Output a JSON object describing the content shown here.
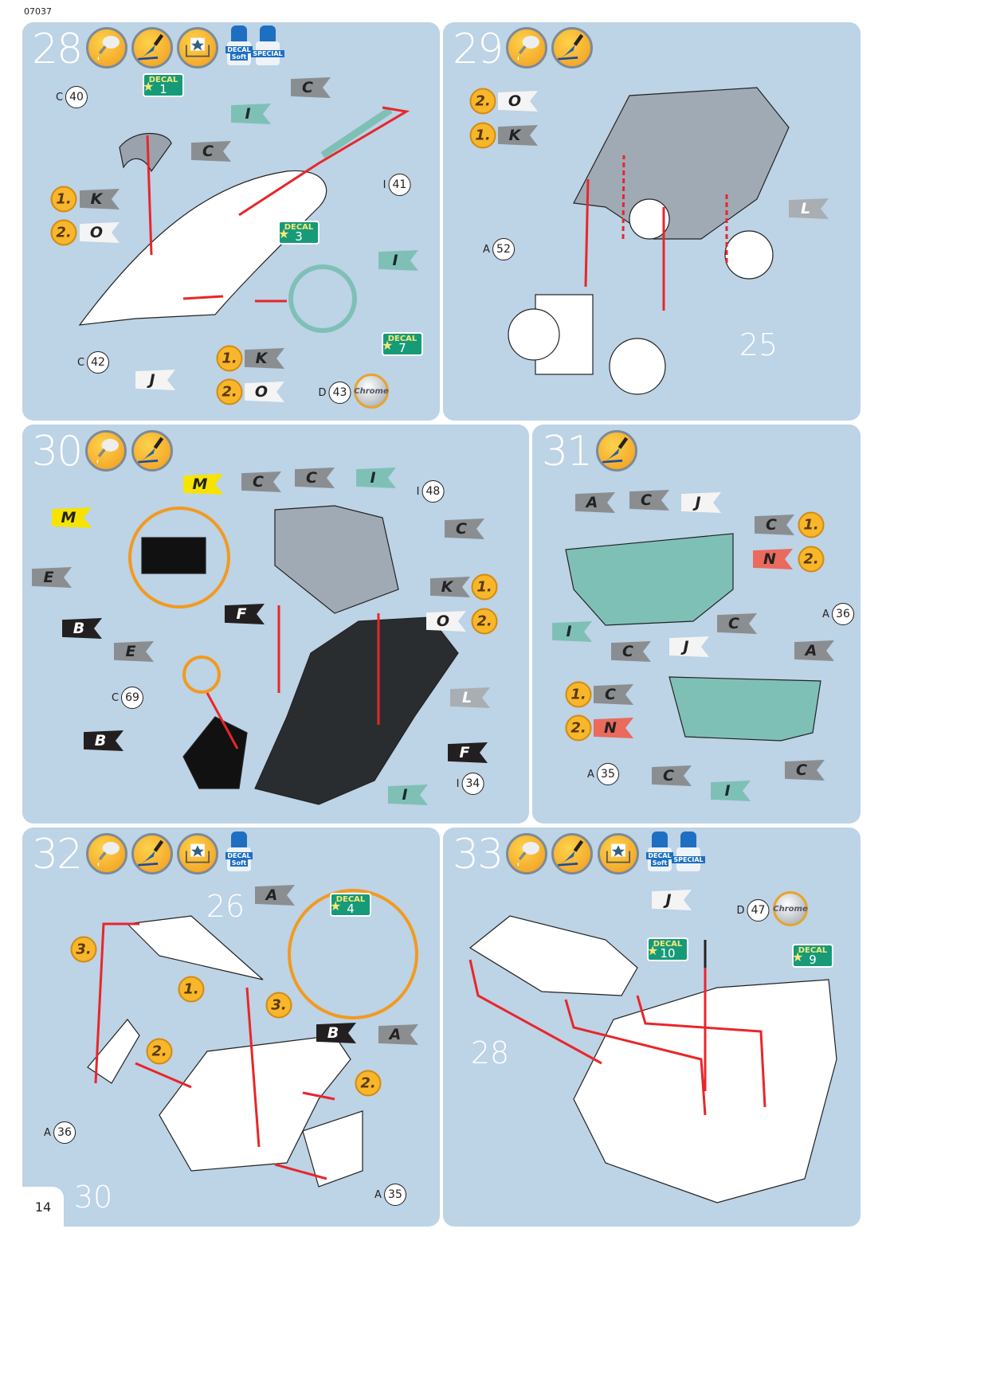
{
  "header": {
    "kit_code": "07037",
    "page_number": "14"
  },
  "icon_legend": {
    "glue": "glue-icon",
    "paint": "paint-icon",
    "decal_water": "decal-water-icon",
    "decal_soft": [
      "DECAL",
      "Soft"
    ],
    "decal_special": [
      "SPECIAL"
    ]
  },
  "colors": {
    "panel": "#bdd3e6",
    "arrow": "#e8262a",
    "icon_orange": "#f6ad2a",
    "decal_green": "#179a78"
  },
  "steps": [
    {
      "number": "28",
      "icons": [
        "glue",
        "paint",
        "decal-water",
        "decal-soft",
        "decal-special"
      ],
      "flags": [
        {
          "letter": "C",
          "color": "gray"
        },
        {
          "letter": "I",
          "color": "teal"
        },
        {
          "letter": "C",
          "color": "gray"
        },
        {
          "letter": "K",
          "color": "gray"
        },
        {
          "letter": "O",
          "color": "white"
        },
        {
          "letter": "I",
          "color": "teal"
        },
        {
          "letter": "K",
          "color": "gray"
        },
        {
          "letter": "J",
          "color": "white"
        },
        {
          "letter": "O",
          "color": "white"
        }
      ],
      "order": [
        "1.",
        "2.",
        "1.",
        "2."
      ],
      "parts": [
        {
          "prefix": "C",
          "number": "40"
        },
        {
          "prefix": "I",
          "number": "41"
        },
        {
          "prefix": "C",
          "number": "42"
        },
        {
          "prefix": "D",
          "number": "43"
        }
      ],
      "decals": [
        {
          "label": "DECAL",
          "number": "1"
        },
        {
          "label": "DECAL",
          "number": "3"
        },
        {
          "label": "DECAL",
          "number": "7"
        }
      ],
      "chrome": [
        "Chrome"
      ],
      "refs": []
    },
    {
      "number": "29",
      "icons": [
        "glue",
        "paint"
      ],
      "flags": [
        {
          "letter": "O",
          "color": "white"
        },
        {
          "letter": "K",
          "color": "gray"
        },
        {
          "letter": "L",
          "color": "lightgray"
        }
      ],
      "order": [
        "2.",
        "1."
      ],
      "parts": [
        {
          "prefix": "A",
          "number": "52"
        }
      ],
      "decals": [],
      "chrome": [],
      "refs": [
        "25"
      ]
    },
    {
      "number": "30",
      "icons": [
        "glue",
        "paint"
      ],
      "flags": [
        {
          "letter": "M",
          "color": "yellow"
        },
        {
          "letter": "M",
          "color": "yellow"
        },
        {
          "letter": "C",
          "color": "gray"
        },
        {
          "letter": "C",
          "color": "gray"
        },
        {
          "letter": "I",
          "color": "teal"
        },
        {
          "letter": "C",
          "color": "gray"
        },
        {
          "letter": "E",
          "color": "gray"
        },
        {
          "letter": "K",
          "color": "gray"
        },
        {
          "letter": "O",
          "color": "white"
        },
        {
          "letter": "B",
          "color": "black"
        },
        {
          "letter": "E",
          "color": "gray"
        },
        {
          "letter": "F",
          "color": "black"
        },
        {
          "letter": "L",
          "color": "lightgray"
        },
        {
          "letter": "B",
          "color": "black"
        },
        {
          "letter": "F",
          "color": "black"
        },
        {
          "letter": "I",
          "color": "teal"
        }
      ],
      "order": [
        "1.",
        "2."
      ],
      "parts": [
        {
          "prefix": "I",
          "number": "48"
        },
        {
          "prefix": "C",
          "number": "69"
        },
        {
          "prefix": "I",
          "number": "34"
        }
      ],
      "decals": [],
      "chrome": [],
      "refs": []
    },
    {
      "number": "31",
      "icons": [
        "paint"
      ],
      "flags": [
        {
          "letter": "A",
          "color": "gray"
        },
        {
          "letter": "C",
          "color": "gray"
        },
        {
          "letter": "J",
          "color": "white"
        },
        {
          "letter": "C",
          "color": "gray"
        },
        {
          "letter": "N",
          "color": "red"
        },
        {
          "letter": "I",
          "color": "teal"
        },
        {
          "letter": "C",
          "color": "gray"
        },
        {
          "letter": "C",
          "color": "gray"
        },
        {
          "letter": "J",
          "color": "white"
        },
        {
          "letter": "A",
          "color": "gray"
        },
        {
          "letter": "C",
          "color": "gray"
        },
        {
          "letter": "N",
          "color": "red"
        },
        {
          "letter": "C",
          "color": "gray"
        },
        {
          "letter": "I",
          "color": "teal"
        },
        {
          "letter": "C",
          "color": "gray"
        }
      ],
      "order": [
        "1.",
        "2.",
        "1.",
        "2."
      ],
      "parts": [
        {
          "prefix": "A",
          "number": "36"
        },
        {
          "prefix": "A",
          "number": "35"
        }
      ],
      "decals": [],
      "chrome": [],
      "refs": []
    },
    {
      "number": "32",
      "icons": [
        "glue",
        "paint",
        "decal-water",
        "decal-soft"
      ],
      "flags": [
        {
          "letter": "A",
          "color": "gray"
        },
        {
          "letter": "B",
          "color": "black"
        },
        {
          "letter": "A",
          "color": "gray"
        }
      ],
      "order": [
        "3.",
        "1.",
        "3.",
        "2.",
        "2."
      ],
      "parts": [
        {
          "prefix": "A",
          "number": "36"
        },
        {
          "prefix": "A",
          "number": "35"
        }
      ],
      "decals": [
        {
          "label": "DECAL",
          "number": "4"
        }
      ],
      "chrome": [],
      "refs": [
        "26",
        "30"
      ]
    },
    {
      "number": "33",
      "icons": [
        "glue",
        "paint",
        "decal-water",
        "decal-soft",
        "decal-special"
      ],
      "flags": [
        {
          "letter": "J",
          "color": "white"
        }
      ],
      "order": [],
      "parts": [
        {
          "prefix": "D",
          "number": "47"
        }
      ],
      "decals": [
        {
          "label": "DECAL",
          "number": "10"
        },
        {
          "label": "DECAL",
          "number": "9"
        }
      ],
      "chrome": [
        "Chrome"
      ],
      "refs": [
        "28"
      ]
    }
  ]
}
